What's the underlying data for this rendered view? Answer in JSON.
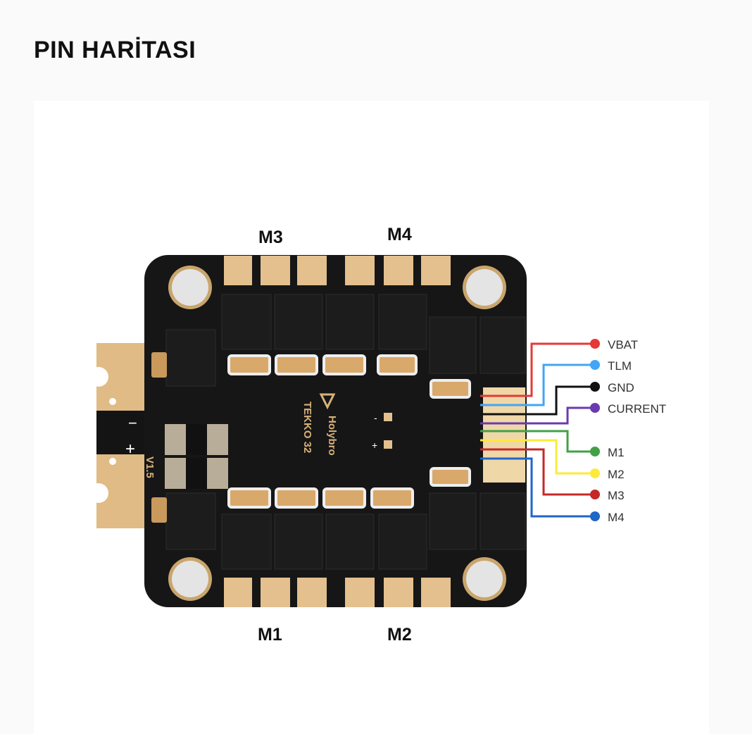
{
  "page": {
    "title": "PIN HARİTASI"
  },
  "diagram": {
    "motor_labels": {
      "top_left": "M3",
      "top_right": "M4",
      "bottom_left": "M1",
      "bottom_right": "M2"
    },
    "board_text": {
      "brand": "Holybro",
      "model": "TEKKO 32",
      "version": "V1.5",
      "minus": "−",
      "plus": "+",
      "pad_minus": "-",
      "pad_plus": "+"
    },
    "pins": [
      {
        "label": "VBAT",
        "color": "#e53935"
      },
      {
        "label": "TLM",
        "color": "#42a5f5"
      },
      {
        "label": "GND",
        "color": "#111111"
      },
      {
        "label": "CURRENT",
        "color": "#6a3bb0"
      },
      {
        "label": "M1",
        "color": "#43a047"
      },
      {
        "label": "M2",
        "color": "#fdea3a"
      },
      {
        "label": "M3",
        "color": "#c62828"
      },
      {
        "label": "M4",
        "color": "#1e66c8"
      }
    ]
  }
}
